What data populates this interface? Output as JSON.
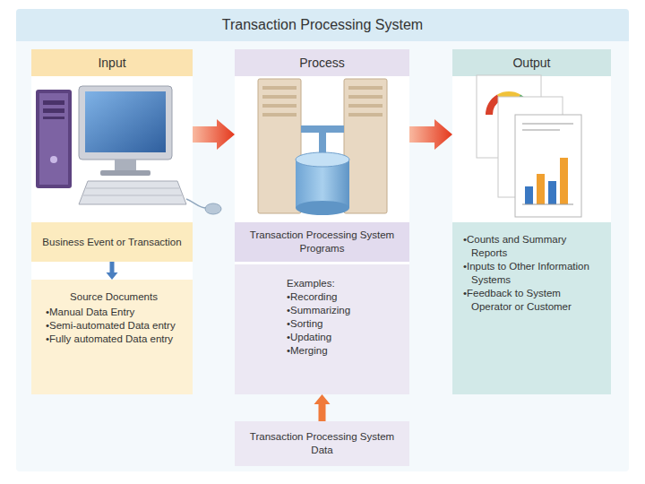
{
  "diagram": {
    "title": "Transaction Processing System",
    "nodes": [
      {
        "text": [
          "Input"
        ]
      },
      {
        "text": [
          "Business Event or Transaction"
        ],
        "in": 0
      },
      {
        "text": [
          "Source Documents",
          "•Manual Data Entry",
          "•Semi-automated Data entry",
          "•Fully automated Data entry"
        ],
        "in": 0
      },
      {
        "text": [
          "Process"
        ]
      },
      {
        "text": [
          "Transaction Processing System Programs"
        ],
        "in": 3
      },
      {
        "text": [
          "Examples:",
          "•Recording",
          "•Summarizing",
          "•Sorting",
          "•Updating",
          "•Merging"
        ],
        "in": 3
      },
      {
        "text": [
          "Transaction Processing System Data"
        ]
      },
      {
        "text": [
          "Output"
        ]
      },
      {
        "text": [
          "•Counts and Summary Reports",
          "•Inputs to Other Information Systems",
          "•Feedback to System Operator or Customer"
        ],
        "in": 7
      }
    ],
    "edges": [
      {
        "from": 1,
        "to": 2,
        "arrow": "to"
      },
      {
        "from": 0,
        "to": 3,
        "arrow": "to"
      },
      {
        "from": 3,
        "to": 7,
        "arrow": "to"
      },
      {
        "from": 6,
        "to": 5,
        "arrow": "to"
      }
    ]
  }
}
